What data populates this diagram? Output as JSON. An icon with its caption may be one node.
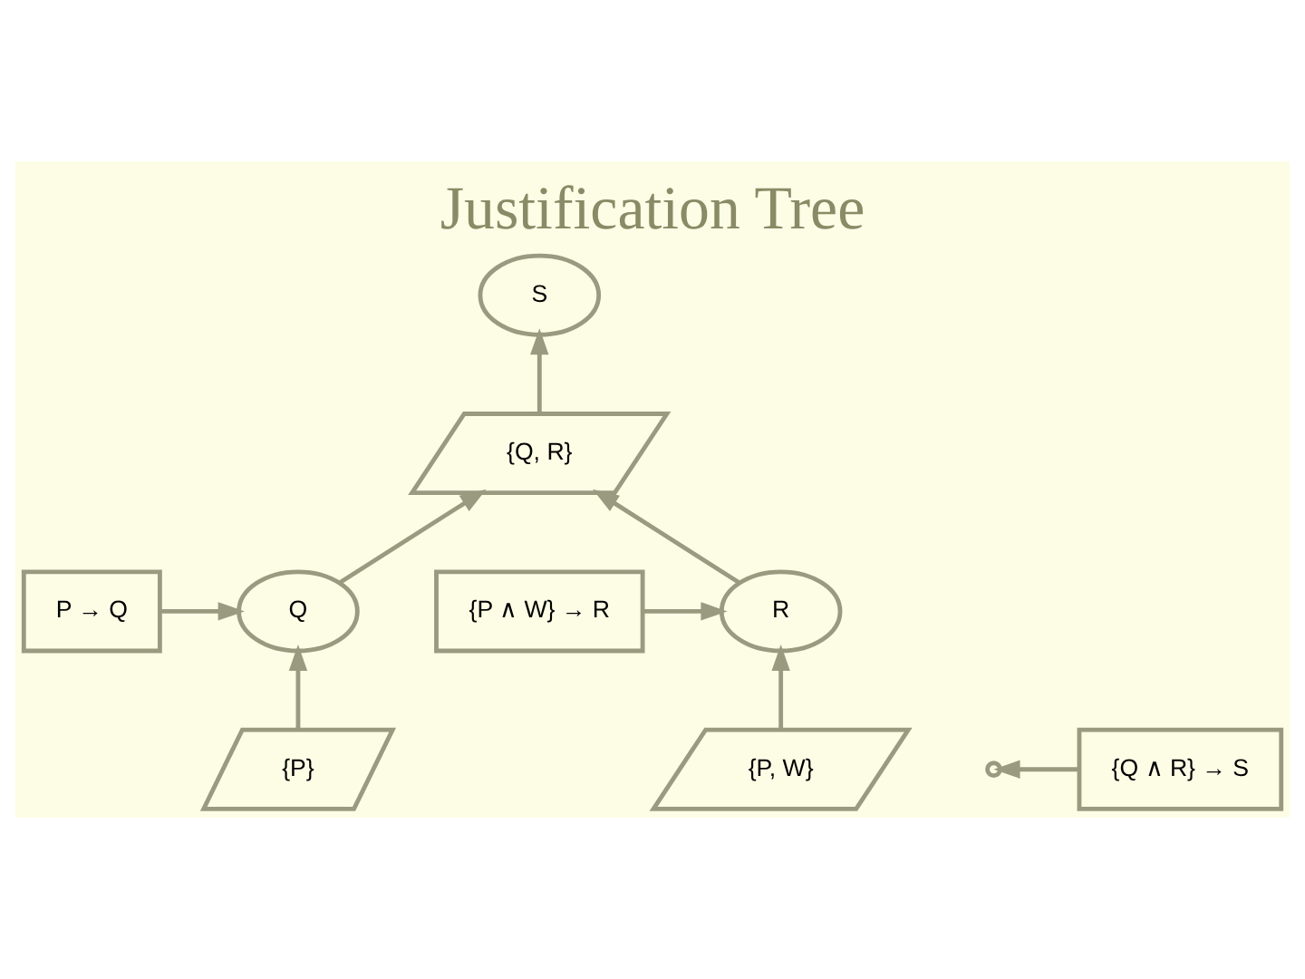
{
  "diagram": {
    "title": "Justification Tree",
    "nodes": [
      {
        "text": [
          "S"
        ]
      },
      {
        "text": [
          "{Q ∧ R} → S"
        ]
      },
      {
        "text": [
          "{Q, R}"
        ]
      },
      {
        "text": [
          "P → Q"
        ]
      },
      {
        "text": [
          "Q"
        ]
      },
      {
        "text": [
          "R"
        ]
      },
      {
        "text": [
          "{P ∧ W} → R"
        ]
      },
      {
        "text": [
          "{P}"
        ]
      },
      {
        "text": [
          "{P, W}"
        ]
      }
    ],
    "edges": [
      {
        "from": 2,
        "to": 0,
        "arrow": "to"
      },
      {
        "from": 1,
        "to": null,
        "arrow": "to"
      },
      {
        "from": 4,
        "to": 2,
        "arrow": "to"
      },
      {
        "from": 5,
        "to": 2,
        "arrow": "to"
      },
      {
        "from": 3,
        "to": 4,
        "arrow": "to"
      },
      {
        "from": 6,
        "to": 5,
        "arrow": "to"
      },
      {
        "from": 7,
        "to": 4,
        "arrow": "to"
      },
      {
        "from": 8,
        "to": 5,
        "arrow": "to"
      }
    ]
  }
}
